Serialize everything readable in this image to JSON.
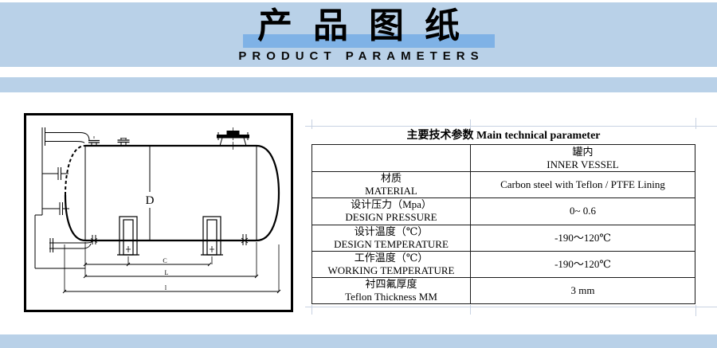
{
  "banner": {
    "title": "产品图纸",
    "subtitle": "PRODUCT PARAMETERS"
  },
  "colors": {
    "banner_blue": "#b9d1e8",
    "highlight_blue": "#7fb2e6",
    "table_border": "#1a1a1a",
    "faint_grid": "#c8d2e2"
  },
  "drawing": {
    "center_label": "D",
    "dim_labels": {
      "saddle_span": "C",
      "shell_length": "L",
      "overall_length": "l"
    }
  },
  "table": {
    "title": "主要技术参数 Main technical parameter",
    "rows": [
      {
        "param_zh": "",
        "param_en": "",
        "value_line1": "罐内",
        "value_line2": "INNER VESSEL"
      },
      {
        "param_zh": "材质",
        "param_en": "MATERIAL",
        "value_line1": "Carbon steel with Teflon / PTFE Lining",
        "value_line2": ""
      },
      {
        "param_zh": "设计压力（Mpa）",
        "param_en": "DESIGN PRESSURE",
        "value_line1": "0~ 0.6",
        "value_line2": ""
      },
      {
        "param_zh": "设计温度（℃）",
        "param_en": "DESIGN TEMPERATURE",
        "value_line1": "-190～120℃",
        "value_line2": ""
      },
      {
        "param_zh": "工作温度（℃）",
        "param_en": "WORKING TEMPERATURE",
        "value_line1": "-190～120℃",
        "value_line2": ""
      },
      {
        "param_zh": "衬四氟厚度",
        "param_en": "Teflon Thickness MM",
        "value_line1": "3 mm",
        "value_line2": ""
      }
    ]
  }
}
